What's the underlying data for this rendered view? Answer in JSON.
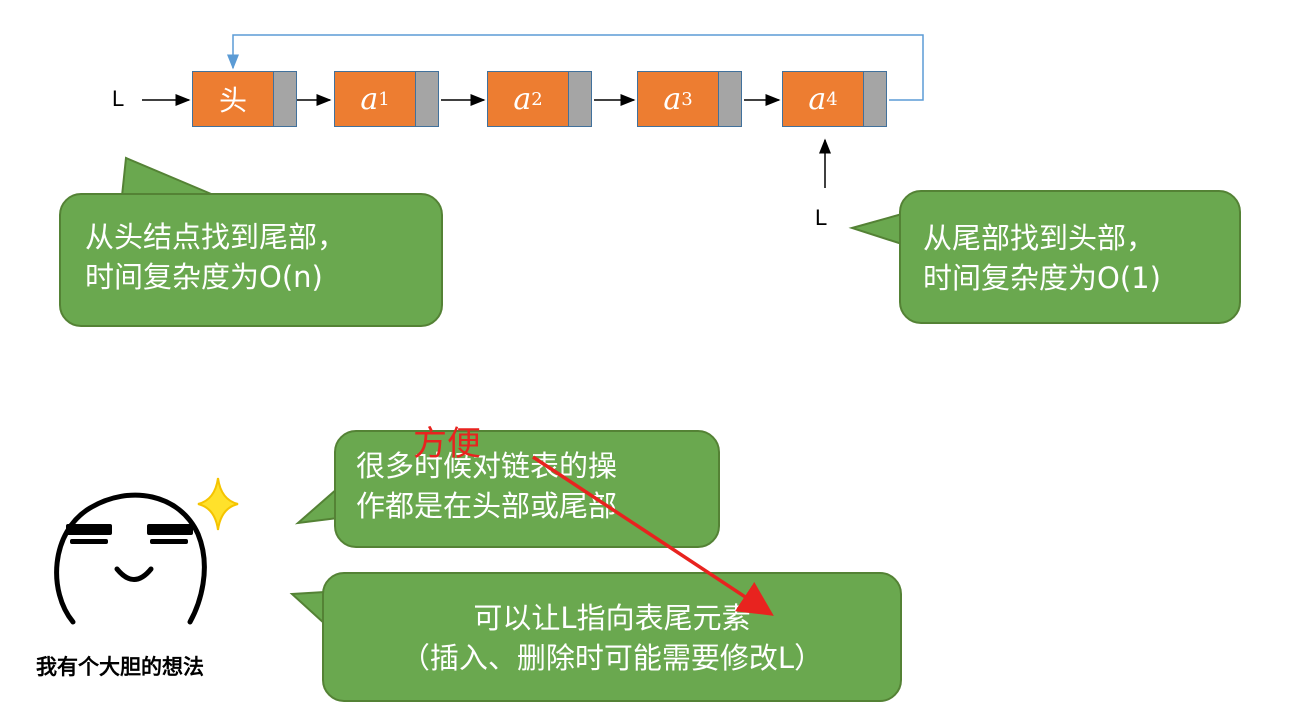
{
  "list": {
    "pointer_label": "L",
    "tail_pointer_label": "L",
    "nodes": [
      {
        "label": "头",
        "sub": ""
      },
      {
        "label": "a",
        "sub": "1"
      },
      {
        "label": "a",
        "sub": "2"
      },
      {
        "label": "a",
        "sub": "3"
      },
      {
        "label": "a",
        "sub": "4"
      }
    ]
  },
  "bubbles": {
    "head_to_tail": [
      "从头结点找到尾部，",
      "时间复杂度为O(n)"
    ],
    "tail_to_head": [
      "从尾部找到头部，",
      "时间复杂度为O(1)"
    ],
    "operations": [
      "很多时候对链表的操",
      "作都是在头部或尾部"
    ],
    "idea": [
      "可以让L指向表尾元素",
      "（插入、删除时可能需要修改L）"
    ]
  },
  "meme": {
    "caption": "我有个大胆的想法"
  },
  "annotation": {
    "text": "方便"
  },
  "colors": {
    "node_fill": "#ED7D31",
    "pointer_fill": "#A5A5A5",
    "bubble_fill": "#6AA84F",
    "loop_line": "#5B9BD5",
    "annotation": "#E8231F"
  }
}
